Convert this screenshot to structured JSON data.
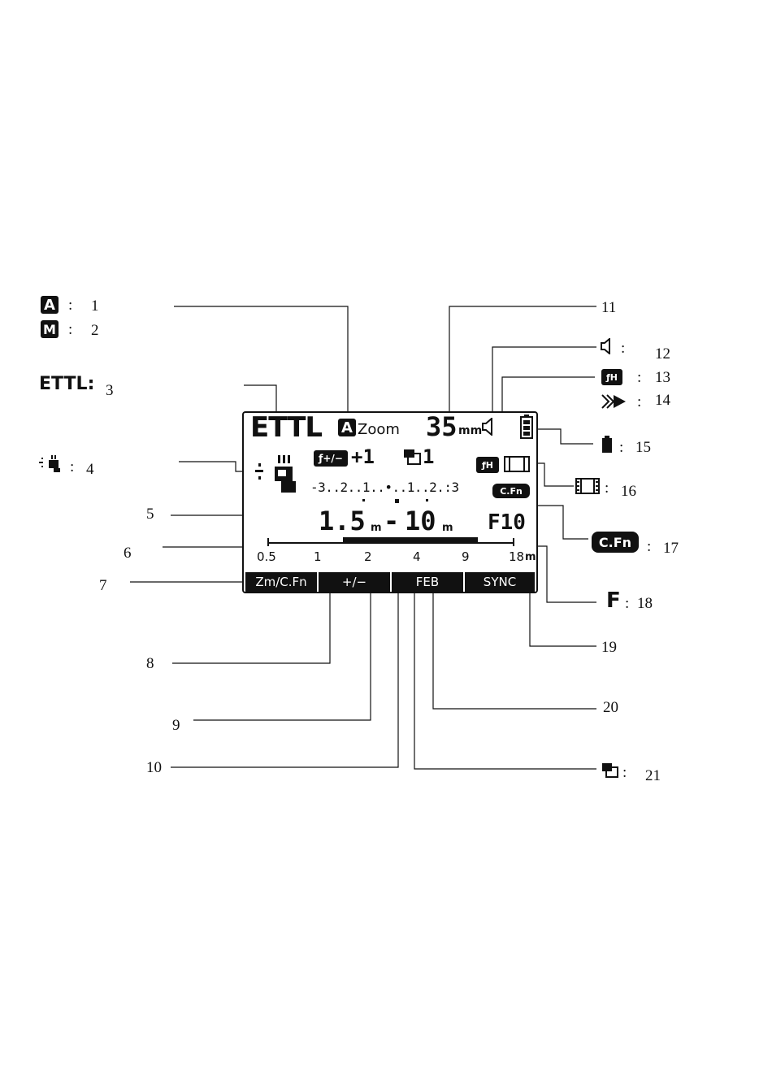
{
  "legend_left": {
    "auto_icon_letter": "A",
    "manual_icon_letter": "M",
    "ettl_label": "ETTL:",
    "items": [
      {
        "num": "1"
      },
      {
        "num": "2"
      },
      {
        "num": "3"
      },
      {
        "num": "4"
      },
      {
        "num": "5"
      },
      {
        "num": "6"
      },
      {
        "num": "7"
      },
      {
        "num": "8"
      },
      {
        "num": "9"
      },
      {
        "num": "10"
      }
    ]
  },
  "legend_right": {
    "items": [
      {
        "num": "11"
      },
      {
        "num": "12"
      },
      {
        "num": "13"
      },
      {
        "num": "14"
      },
      {
        "num": "15"
      },
      {
        "num": "16"
      },
      {
        "num": "17"
      },
      {
        "num": "18"
      },
      {
        "num": "19"
      },
      {
        "num": "20"
      },
      {
        "num": "21"
      }
    ],
    "hss_icon": "ƒH",
    "cfn_label": "C.Fn",
    "f_label": "F",
    "colon": ":"
  },
  "lcd": {
    "mode": "ETTL",
    "zoom_letter": "A",
    "zoom_label": "Zoom",
    "focal_value": "35",
    "focal_unit": "mm",
    "fec_icon_label": "ƒ+/−",
    "fec_value": "+1",
    "fe_count": "1",
    "hss_icon": "ƒH",
    "cfn_label": "C.Fn",
    "exposure_scale": "-3..2..1..•..1..2.:3",
    "range_near": "1.5",
    "range_unit_near": "m",
    "range_sep": "-",
    "range_far": "10",
    "range_unit_far": "m",
    "aperture": "F10",
    "distance_scale": [
      "0.5",
      "1",
      "2",
      "4",
      "9",
      "18"
    ],
    "distance_unit": "m",
    "tabs": [
      "Zm/C.Fn",
      "+/−",
      "FEB",
      "SYNC"
    ]
  },
  "colors": {
    "ink": "#111111",
    "paper": "#ffffff"
  }
}
